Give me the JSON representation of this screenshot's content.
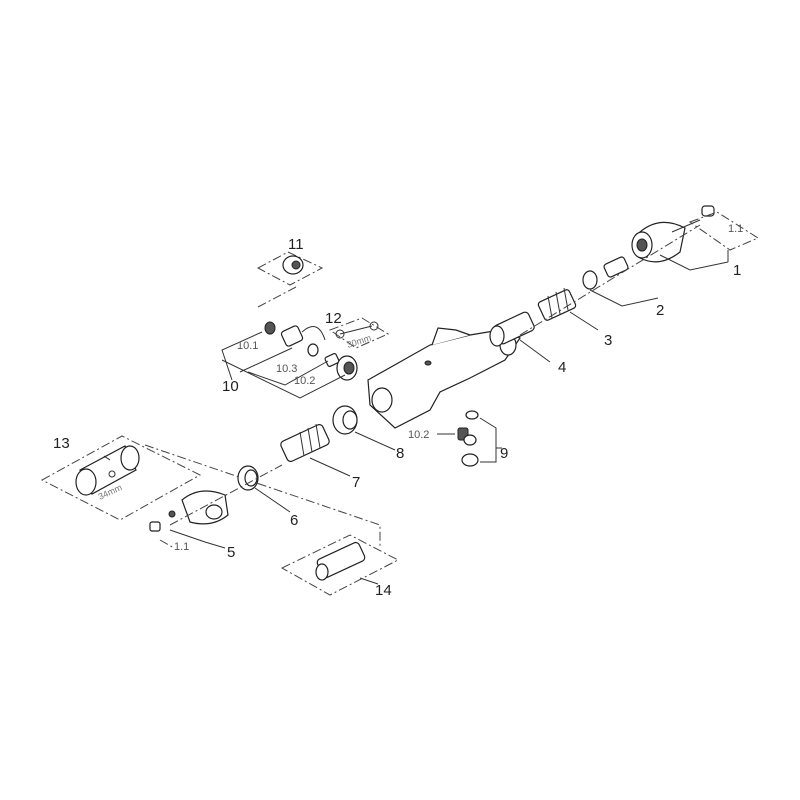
{
  "diagram": {
    "labels": {
      "p1": "1",
      "p1_1_top": "1.1",
      "p2": "2",
      "p3": "3",
      "p4": "4",
      "p5": "5",
      "p1_1_bottom": "1.1",
      "p6": "6",
      "p7": "7",
      "p8": "8",
      "p9": "9",
      "p10": "10",
      "p10_1": "10.1",
      "p10_2": "10.2",
      "p10_3": "10.3",
      "p10_2_side": "10.2",
      "p11": "11",
      "p12": "12",
      "p13": "13",
      "p14": "14"
    },
    "annotations": {
      "wrench_size": "30mm",
      "tool_size": "34mm"
    }
  }
}
